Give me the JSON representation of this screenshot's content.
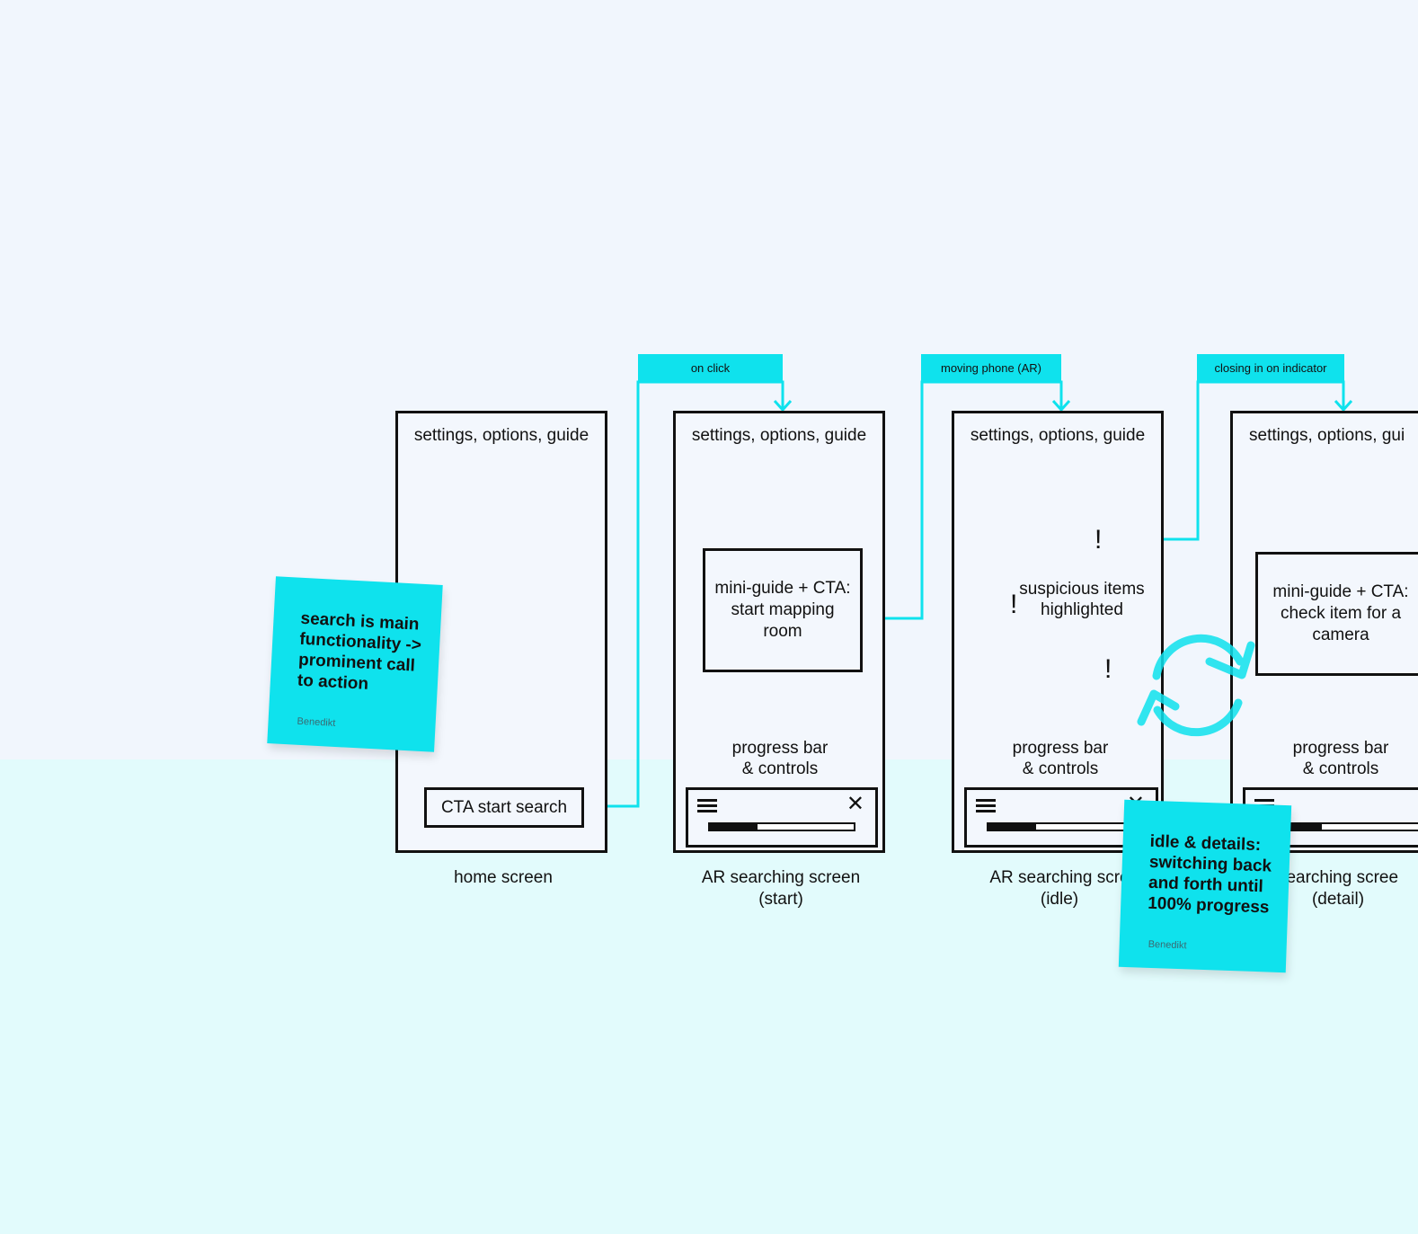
{
  "colors": {
    "accent": "#0fe2ed",
    "canvas": "#f1f6fd",
    "lower_canvas": "#e2fbfc",
    "ink": "#111111"
  },
  "screens": [
    {
      "header": "settings, options, guide",
      "caption": "home screen",
      "cta": "CTA start search"
    },
    {
      "header": "settings, options, guide",
      "caption": "AR searching screen\n(start)",
      "guide": "mini-guide + CTA:\nstart mapping\nroom",
      "bottom_label": "progress bar\n& controls",
      "progress": 0.33
    },
    {
      "header": "settings, options, guide",
      "caption": "AR searching scre\n(idle)",
      "highlight": "suspicious items\nhighlighted",
      "exclaim": "!",
      "bottom_label": "progress bar\n& controls",
      "progress": 0.33
    },
    {
      "header": "settings, options, gui",
      "caption": "searching scree\n(detail)",
      "guide": "mini-guide + CTA:\ncheck item for a\ncamera",
      "bottom_label": "progress bar\n& controls",
      "progress": 0.33
    }
  ],
  "transitions": [
    "on click",
    "moving phone (AR)",
    "closing in on indicator"
  ],
  "stickies": [
    {
      "text": "search is main functionality -> prominent call to action",
      "author": "Benedikt"
    },
    {
      "text": "idle & details: switching back and forth until 100% progress",
      "author": "Benedikt"
    }
  ]
}
